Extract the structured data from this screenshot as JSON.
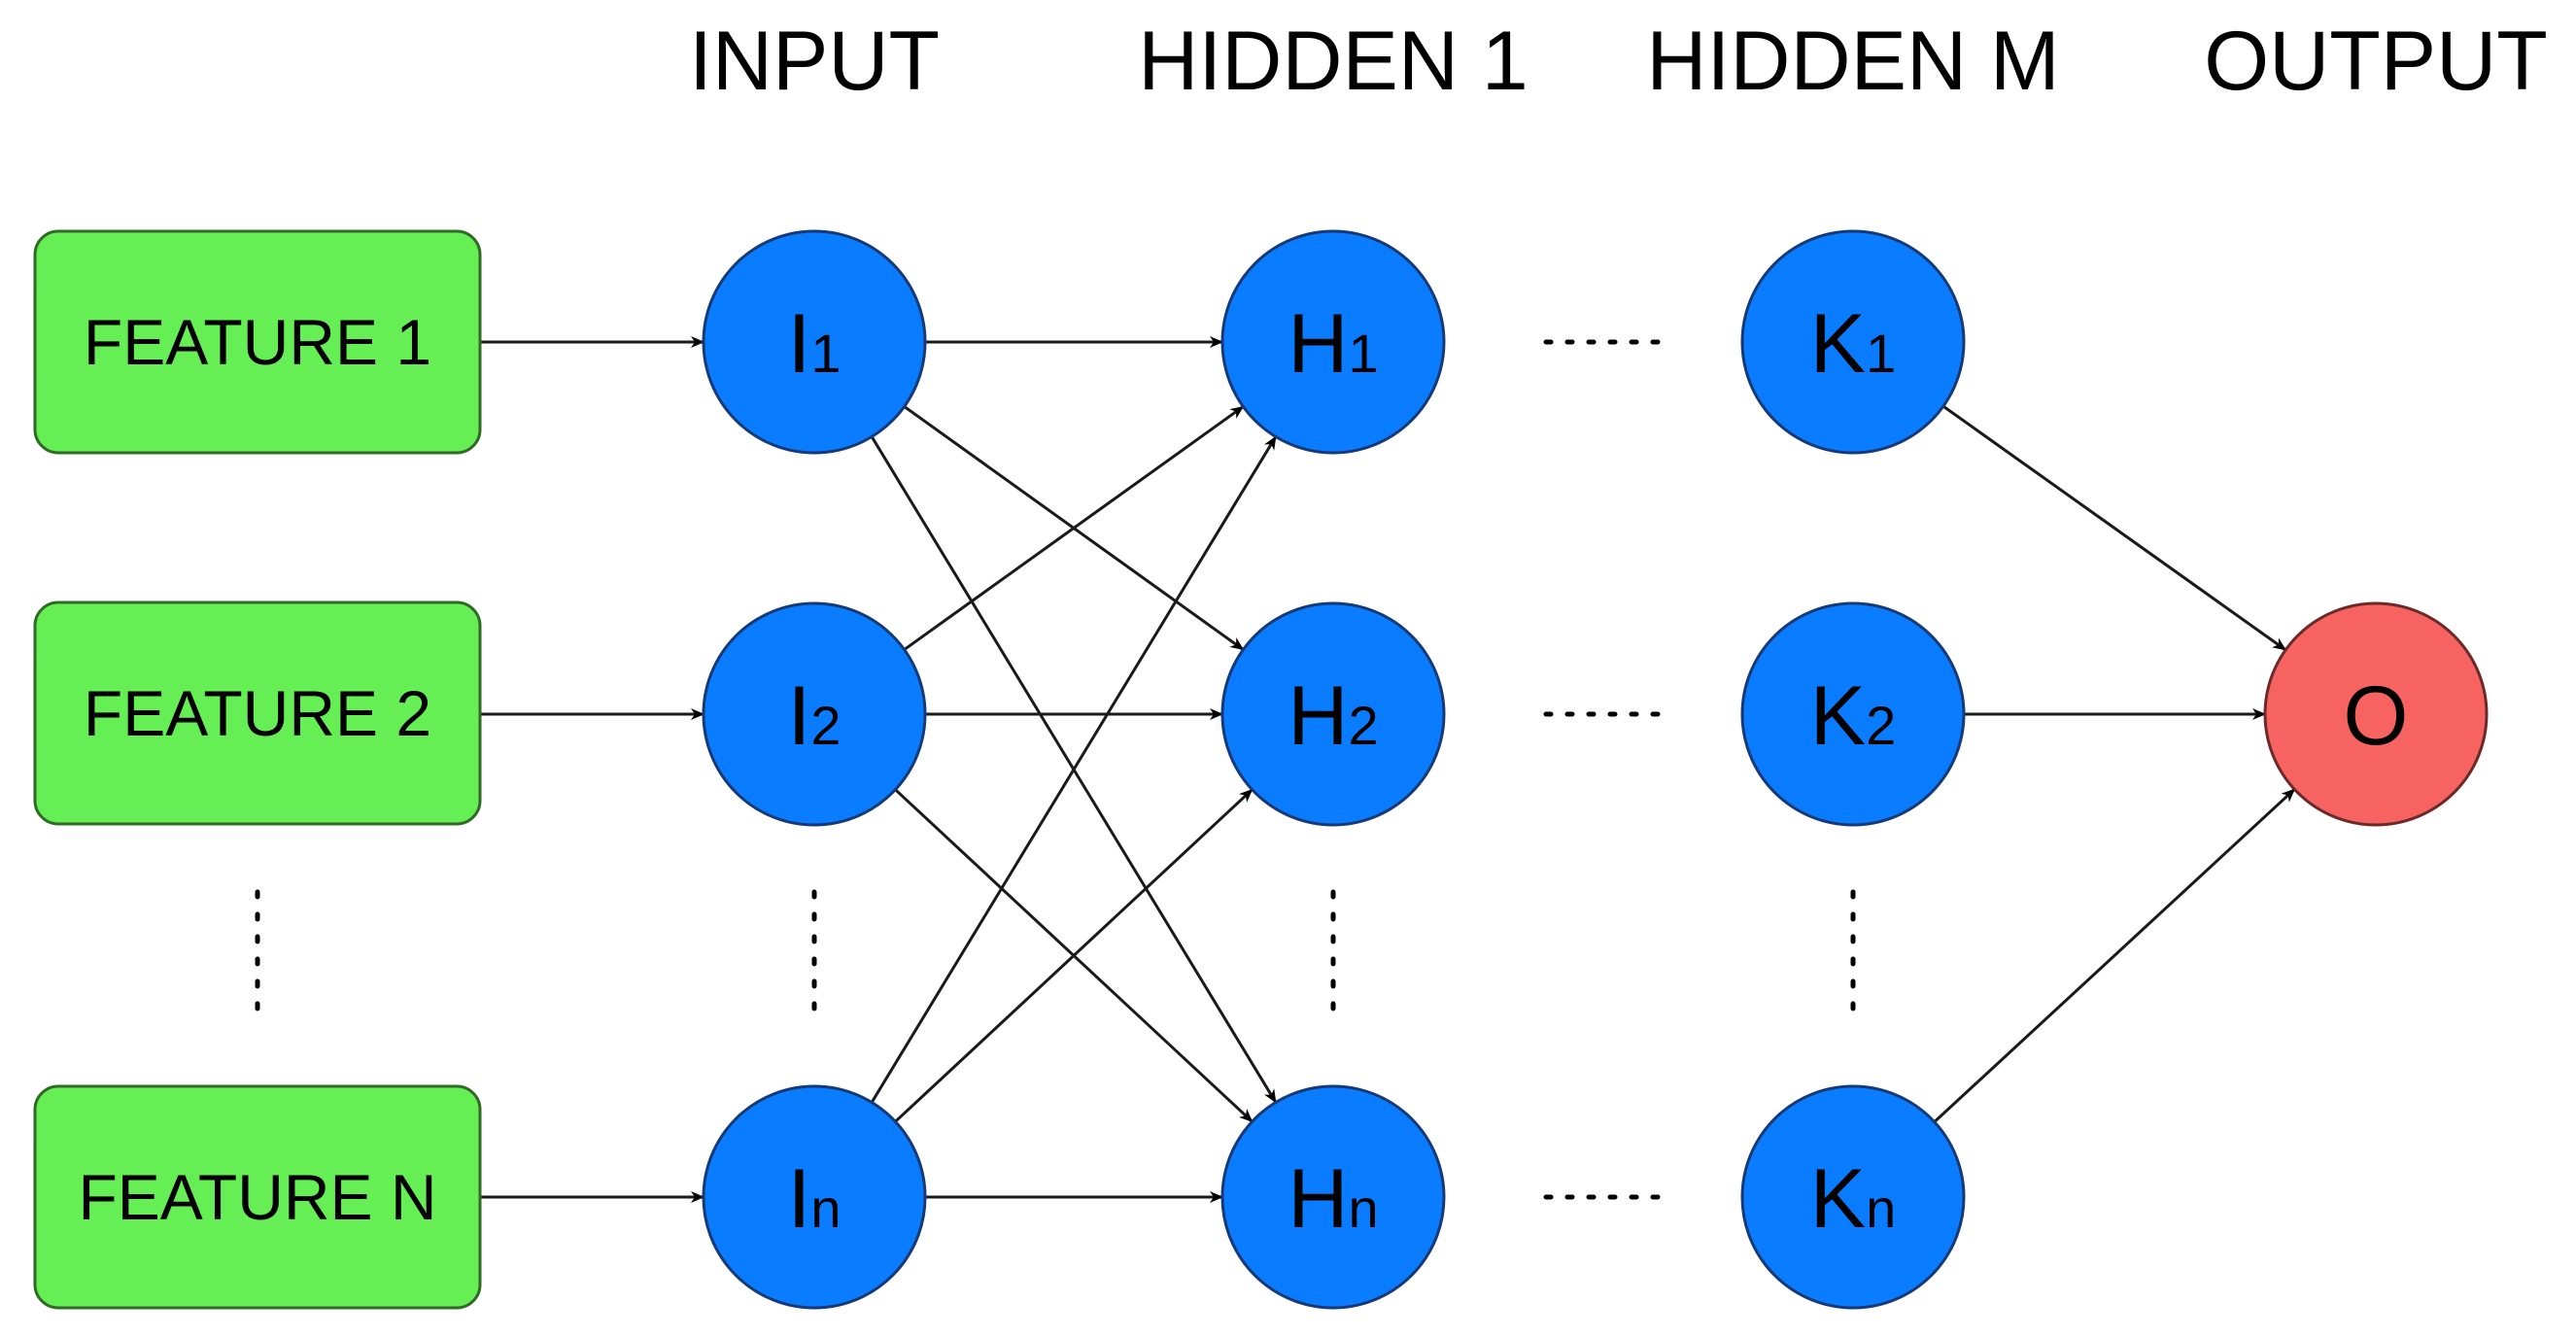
{
  "headers": {
    "input": "INPUT",
    "hidden1": "HIDDEN 1",
    "hiddenM": "HIDDEN M",
    "output": "OUTPUT"
  },
  "features": [
    "FEATURE 1",
    "FEATURE 2",
    "FEATURE N"
  ],
  "input_nodes": [
    {
      "letter": "I",
      "sub": "1"
    },
    {
      "letter": "I",
      "sub": "2"
    },
    {
      "letter": "I",
      "sub": "n"
    }
  ],
  "hidden1_nodes": [
    {
      "letter": "H",
      "sub": "1"
    },
    {
      "letter": "H",
      "sub": "2"
    },
    {
      "letter": "H",
      "sub": "n"
    }
  ],
  "hiddenM_nodes": [
    {
      "letter": "K",
      "sub": "1"
    },
    {
      "letter": "K",
      "sub": "2"
    },
    {
      "letter": "K",
      "sub": "n"
    }
  ],
  "output_node": {
    "letter": "O"
  },
  "colors": {
    "feature_fill": "#66ef55",
    "feature_stroke": "#2f6b25",
    "node_fill": "#0a7cff",
    "node_stroke": "#163a78",
    "output_fill": "#f66361",
    "output_stroke": "#6b2a29"
  }
}
